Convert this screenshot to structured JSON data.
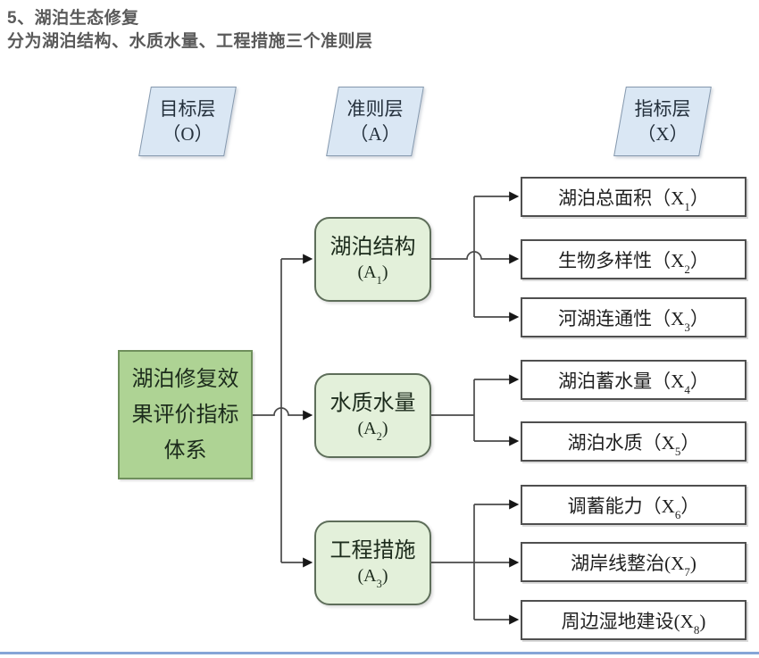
{
  "page": {
    "title": "5、湖泊生态修复",
    "subtitle": "分为湖泊结构、水质水量、工程措施三个准则层"
  },
  "colors": {
    "title_text": "#5a5a5a",
    "layer_fill": "#dae7f4",
    "layer_border": "#8598ad",
    "goal_fill": "#aed394",
    "goal_border": "#6f8f5c",
    "criteria_fill": "#e3f0da",
    "criteria_border": "#5e6e5a",
    "indicator_border": "#4f4f4f",
    "line": "#4a4a4a",
    "bottom_rule": "#86a5d7"
  },
  "layers": [
    {
      "label": "目标层",
      "code": "（O）"
    },
    {
      "label": "准则层",
      "code": "（A）"
    },
    {
      "label": "指标层",
      "code": "（X）"
    }
  ],
  "goal": {
    "text": "湖泊修复效\n果评价指标\n体系"
  },
  "criteria": [
    {
      "name": "湖泊结构",
      "pre": "(A",
      "sub": "1",
      "post": ")"
    },
    {
      "name": "水质水量",
      "pre": "(A",
      "sub": "2",
      "post": ")"
    },
    {
      "name": "工程措施",
      "pre": "(A",
      "sub": "3",
      "post": ")"
    }
  ],
  "indicators": [
    {
      "pre": "湖泊总面积（X",
      "sub": "1",
      "post": "）"
    },
    {
      "pre": "生物多样性（X",
      "sub": "2",
      "post": "）"
    },
    {
      "pre": "河湖连通性（X",
      "sub": "3",
      "post": "）"
    },
    {
      "pre": "湖泊蓄水量（X",
      "sub": "4",
      "post": "）"
    },
    {
      "pre": "湖泊水质（X",
      "sub": "5",
      "post": "）"
    },
    {
      "pre": "调蓄能力（X",
      "sub": "6",
      "post": "）"
    },
    {
      "pre": "湖岸线整治(X",
      "sub": "7",
      "post": ")"
    },
    {
      "pre": "周边湿地建设(X",
      "sub": "8",
      "post": ")"
    }
  ]
}
